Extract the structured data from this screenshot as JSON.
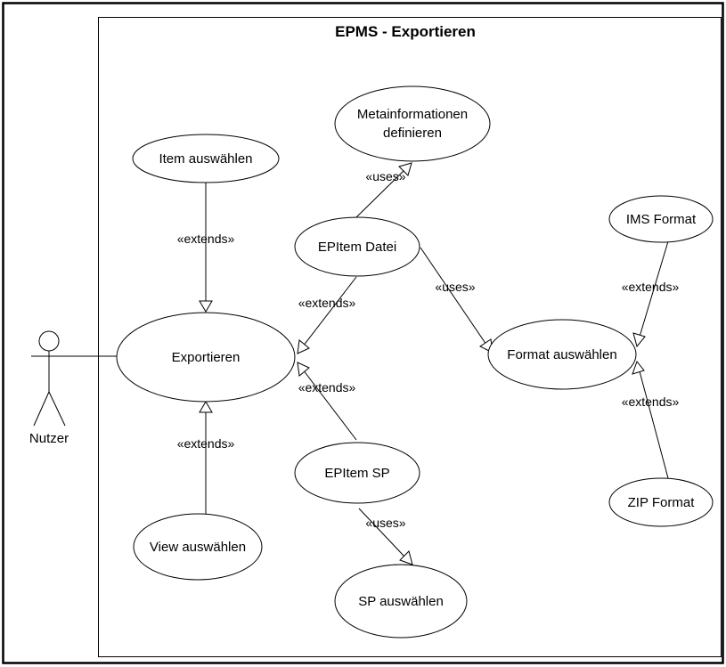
{
  "diagram": {
    "title": "EPMS - Exportieren",
    "actor": {
      "label": "Nutzer"
    },
    "use_cases": {
      "item_auswaehlen": "Item auswählen",
      "metainformationen_line1": "Metainformationen",
      "metainformationen_line2": "definieren",
      "epitem_datei": "EPItem Datei",
      "exportieren": "Exportieren",
      "format_auswaehlen": "Format auswählen",
      "ims_format": "IMS Format",
      "zip_format": "ZIP Format",
      "epitem_sp": "EPItem SP",
      "view_auswaehlen": "View auswählen",
      "sp_auswaehlen": "SP auswählen"
    },
    "relations": {
      "item_extends": "«extends»",
      "datei_extends": "«extends»",
      "sp_extends": "«extends»",
      "view_extends": "«extends»",
      "datei_uses_meta": "«uses»",
      "datei_uses_format": "«uses»",
      "sp_uses_sp": "«uses»",
      "ims_extends": "«extends»",
      "zip_extends": "«extends»"
    }
  }
}
